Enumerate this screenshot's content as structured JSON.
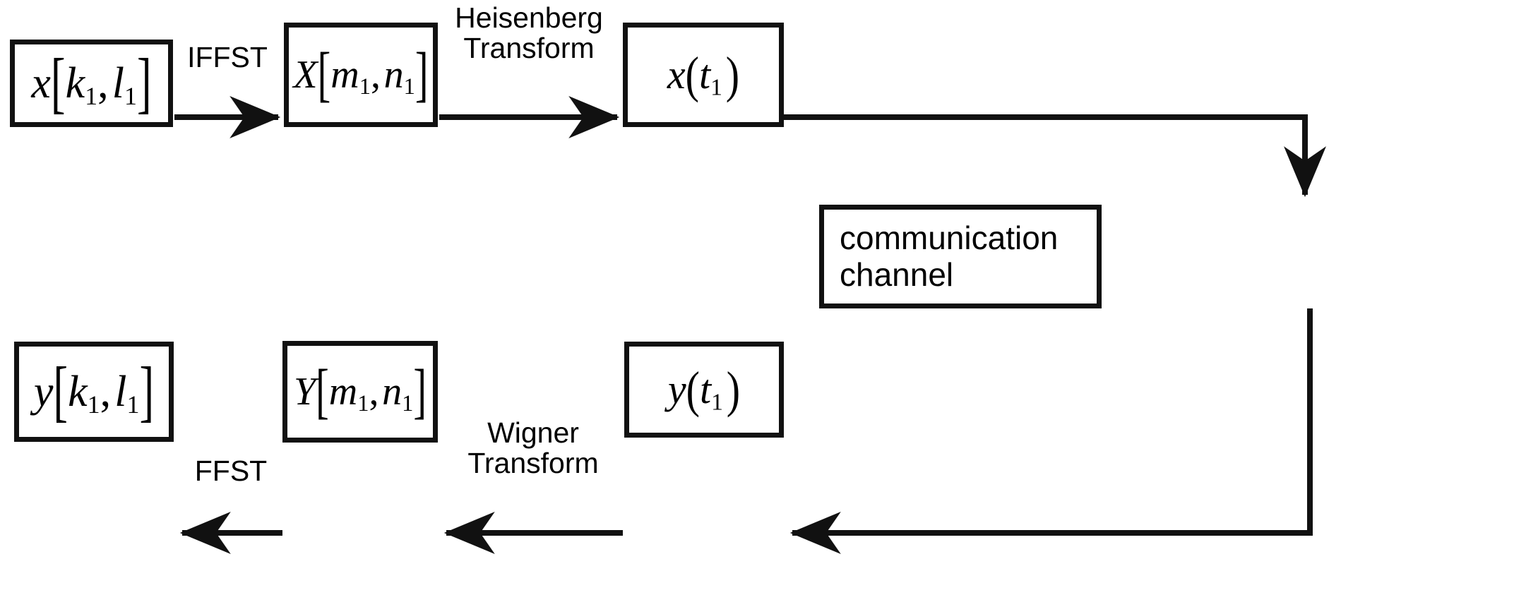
{
  "diagram": {
    "title": "OTFS transmitter-channel-receiver block diagram",
    "background_color": "#ffffff",
    "line_color": "#111111",
    "text_color": "#000000",
    "blocks": [
      {
        "id": "tx-delay-doppler",
        "label": "x[k1,l1]",
        "symbol": "x",
        "bracket": "square",
        "args": [
          "k1",
          "l1"
        ],
        "row": "top",
        "order": 1
      },
      {
        "id": "tx-time-frequency",
        "label": "X[m1,n1]",
        "symbol": "X",
        "bracket": "square",
        "args": [
          "m1",
          "n1"
        ],
        "row": "top",
        "order": 2
      },
      {
        "id": "tx-time",
        "label": "x(t1)",
        "symbol": "x",
        "bracket": "round",
        "args": [
          "t1"
        ],
        "row": "top",
        "order": 3
      },
      {
        "id": "channel",
        "label": "communication channel",
        "line1": "communication",
        "line2": "channel",
        "row": "middle",
        "order": 4
      },
      {
        "id": "rx-time",
        "label": "y(t1)",
        "symbol": "y",
        "bracket": "round",
        "args": [
          "t1"
        ],
        "row": "bottom",
        "order": 5
      },
      {
        "id": "rx-time-frequency",
        "label": "Y[m1,n1]",
        "symbol": "Y",
        "bracket": "square",
        "args": [
          "m1",
          "n1"
        ],
        "row": "bottom",
        "order": 6
      },
      {
        "id": "rx-delay-doppler",
        "label": "y[k1,l1]",
        "symbol": "y",
        "bracket": "square",
        "args": [
          "k1",
          "l1"
        ],
        "row": "bottom",
        "order": 7
      }
    ],
    "edges": [
      {
        "id": "edge-ifffst",
        "label": "IFFST",
        "from": "tx-delay-doppler",
        "to": "tx-time-frequency",
        "direction": "right"
      },
      {
        "id": "edge-heisenberg",
        "label": "Heisenberg\nTransform",
        "from": "tx-time-frequency",
        "to": "tx-time",
        "direction": "right"
      },
      {
        "id": "edge-tx-to-channel",
        "label": "",
        "from": "tx-time",
        "to": "channel",
        "direction": "down"
      },
      {
        "id": "edge-channel-to-rx",
        "label": "",
        "from": "channel",
        "to": "rx-time",
        "direction": "left"
      },
      {
        "id": "edge-wigner",
        "label": "Wigner\nTransform",
        "from": "rx-time",
        "to": "rx-time-frequency",
        "direction": "left"
      },
      {
        "id": "edge-ffst",
        "label": "FFST",
        "from": "rx-time-frequency",
        "to": "rx-delay-doppler",
        "direction": "left"
      }
    ]
  }
}
